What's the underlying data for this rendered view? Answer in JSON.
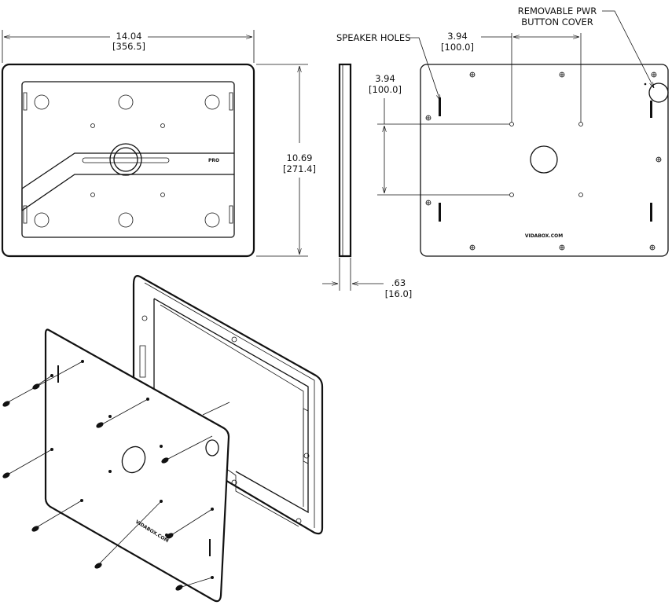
{
  "front_view": {
    "width_dim": {
      "inches": "14.04",
      "mm": "[356.5]"
    },
    "height_dim": {
      "inches": "10.69",
      "mm": "[271.4]"
    },
    "brand_mark": "PRO"
  },
  "side_view": {
    "depth_dim": {
      "inches": ".63",
      "mm": "[16.0]"
    }
  },
  "rear_view": {
    "horizontal_spacing": {
      "inches": "3.94",
      "mm": "[100.0]"
    },
    "vertical_spacing": {
      "inches": "3.94",
      "mm": "[100.0]"
    },
    "callout_speaker": "SPEAKER HOLES",
    "callout_power_line1": "REMOVABLE PWR",
    "callout_power_line2": "BUTTON COVER",
    "website": "VIDABOX.COM"
  },
  "exploded_view": {
    "website": "VIDABOX.COM"
  }
}
